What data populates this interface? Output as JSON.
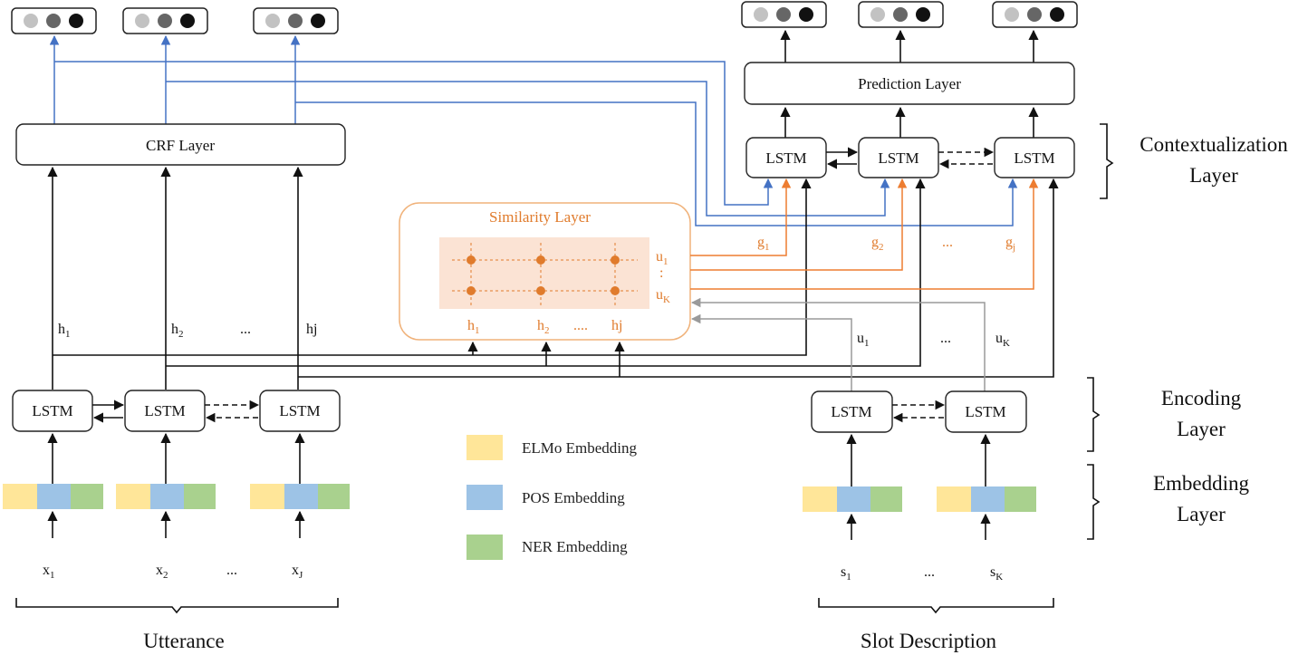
{
  "outputs": {
    "dot_colors": [
      "#c2c2c2",
      "#666666",
      "#111111"
    ]
  },
  "crf": {
    "label": "CRF Layer"
  },
  "prediction": {
    "label": "Prediction Layer"
  },
  "lstm_label": "LSTM",
  "similarity": {
    "title": "Similarity Layer",
    "rows": [
      {
        "main": "u",
        "sub": "1"
      },
      {
        "main": "u",
        "sub": "K"
      }
    ],
    "row_dots": ":",
    "cols": [
      {
        "main": "h",
        "sub": "1"
      },
      {
        "main": "h",
        "sub": "2"
      },
      {
        "main": "....",
        "sub": ""
      },
      {
        "main": "hj",
        "sub": ""
      }
    ]
  },
  "hidden_labels": [
    {
      "main": "h",
      "sub": "1"
    },
    {
      "main": "h",
      "sub": "2"
    },
    {
      "main": "...",
      "sub": ""
    },
    {
      "main": "hj",
      "sub": ""
    }
  ],
  "g_labels": [
    {
      "main": "g",
      "sub": "1"
    },
    {
      "main": "g",
      "sub": "2"
    },
    {
      "main": "...",
      "sub": ""
    },
    {
      "main": "g",
      "sub": "j"
    }
  ],
  "u_labels": [
    {
      "main": "u",
      "sub": "1"
    },
    {
      "main": "...",
      "sub": ""
    },
    {
      "main": "u",
      "sub": "K"
    }
  ],
  "inputs": {
    "utterance": [
      {
        "main": "x",
        "sub": "1"
      },
      {
        "main": "x",
        "sub": "2"
      },
      {
        "main": "...",
        "sub": ""
      },
      {
        "main": "x",
        "sub": "J"
      }
    ],
    "slot": [
      {
        "main": "s",
        "sub": "1"
      },
      {
        "main": "...",
        "sub": ""
      },
      {
        "main": "s",
        "sub": "K"
      }
    ]
  },
  "legend": [
    {
      "label": "ELMo Embedding",
      "color": "#ffe699"
    },
    {
      "label": "POS Embedding",
      "color": "#9dc3e6"
    },
    {
      "label": "NER Embedding",
      "color": "#a9d18e"
    }
  ],
  "side_labels": {
    "contextualization": [
      "Contextualization",
      "Layer"
    ],
    "encoding": [
      "Encoding",
      "Layer"
    ],
    "embedding": [
      "Embedding",
      "Layer"
    ]
  },
  "bottom_labels": {
    "utterance": "Utterance",
    "slot": "Slot Description"
  },
  "colors": {
    "blue_line": "#4472c4",
    "orange_line": "#ed7d31",
    "orange_text": "#e07b2c",
    "gray_line": "#9a9a9a",
    "similarity_fill": "#fbe3d4",
    "similarity_border": "#f0b27a"
  }
}
